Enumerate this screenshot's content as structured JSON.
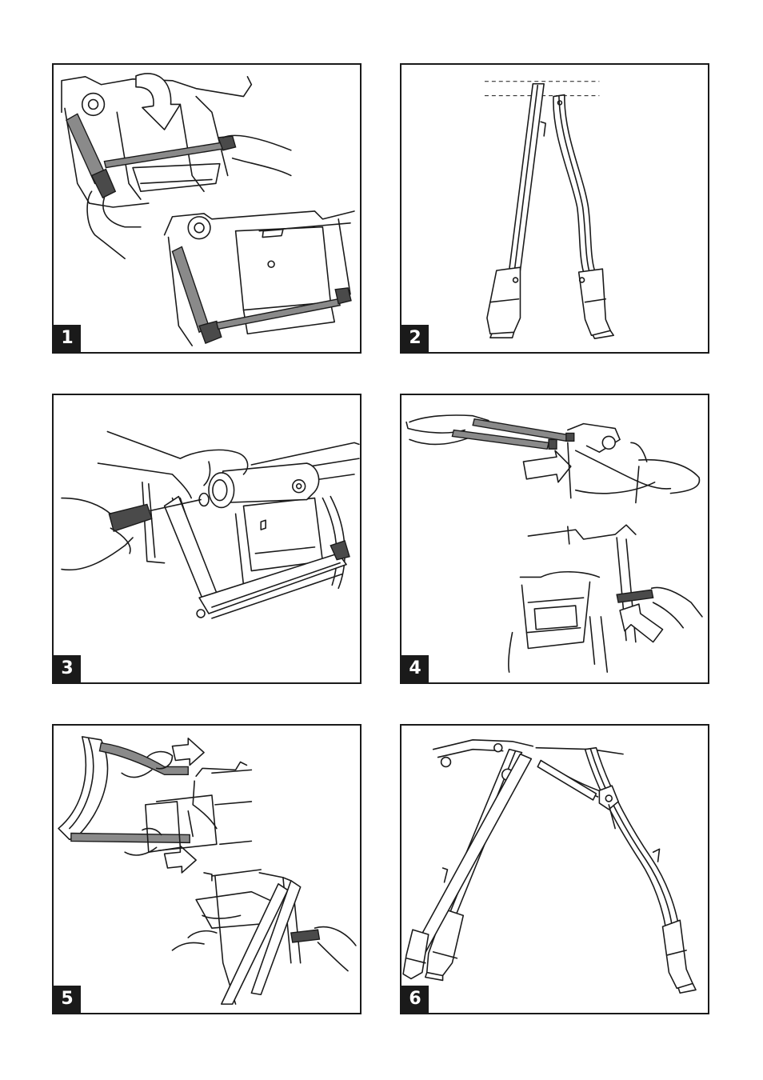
{
  "steps": [
    {
      "number": "1",
      "illustration": "attach-front-crossbar"
    },
    {
      "number": "2",
      "illustration": "compare-leg-pair"
    },
    {
      "number": "3",
      "illustration": "screw-crossbar-to-frame"
    },
    {
      "number": "4",
      "illustration": "insert-rear-tubes"
    },
    {
      "number": "5",
      "illustration": "fit-rear-legs"
    },
    {
      "number": "6",
      "illustration": "assembled-legs"
    }
  ],
  "colors": {
    "ink": "#1a1a1a",
    "part": "#8a8a8a",
    "paper": "#ffffff"
  }
}
